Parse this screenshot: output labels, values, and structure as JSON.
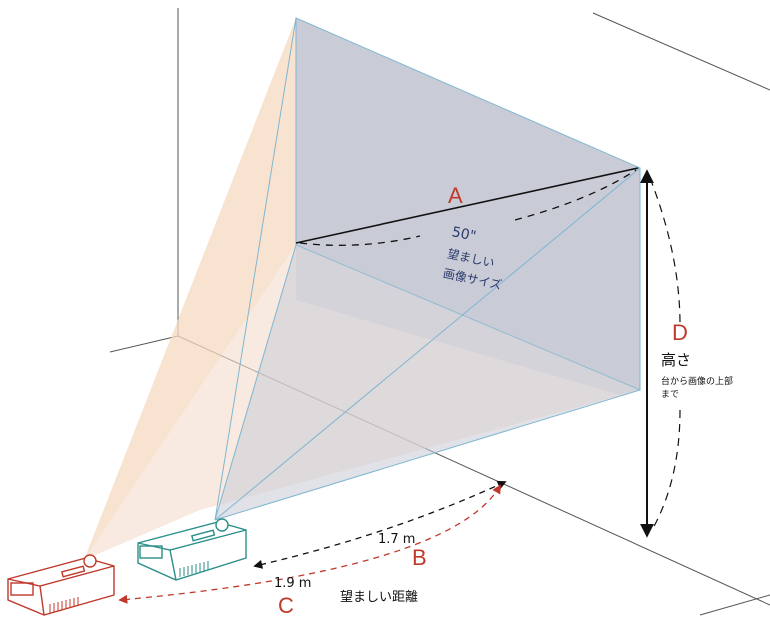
{
  "diagram": {
    "label_a": "A",
    "label_b": "B",
    "label_c": "C",
    "label_d": "D",
    "screen_size": "50\"",
    "screen_caption_line1": "望ましい",
    "screen_caption_line2": "画像サイズ",
    "distance_b": "1.7 m",
    "distance_c": "1.9 m",
    "distance_caption": "望ましい距離",
    "height_title": "高さ",
    "height_caption_line1": "台から画像の上部",
    "height_caption_line2": "まで"
  },
  "colors": {
    "screen_fill": "#c9ccd6",
    "beam_orange": "#f2c9a8",
    "beam_blue": "#7fb6d1",
    "projector_near": "#2a8f8a",
    "projector_far": "#c0392b",
    "arrow_red": "#c0392b"
  }
}
